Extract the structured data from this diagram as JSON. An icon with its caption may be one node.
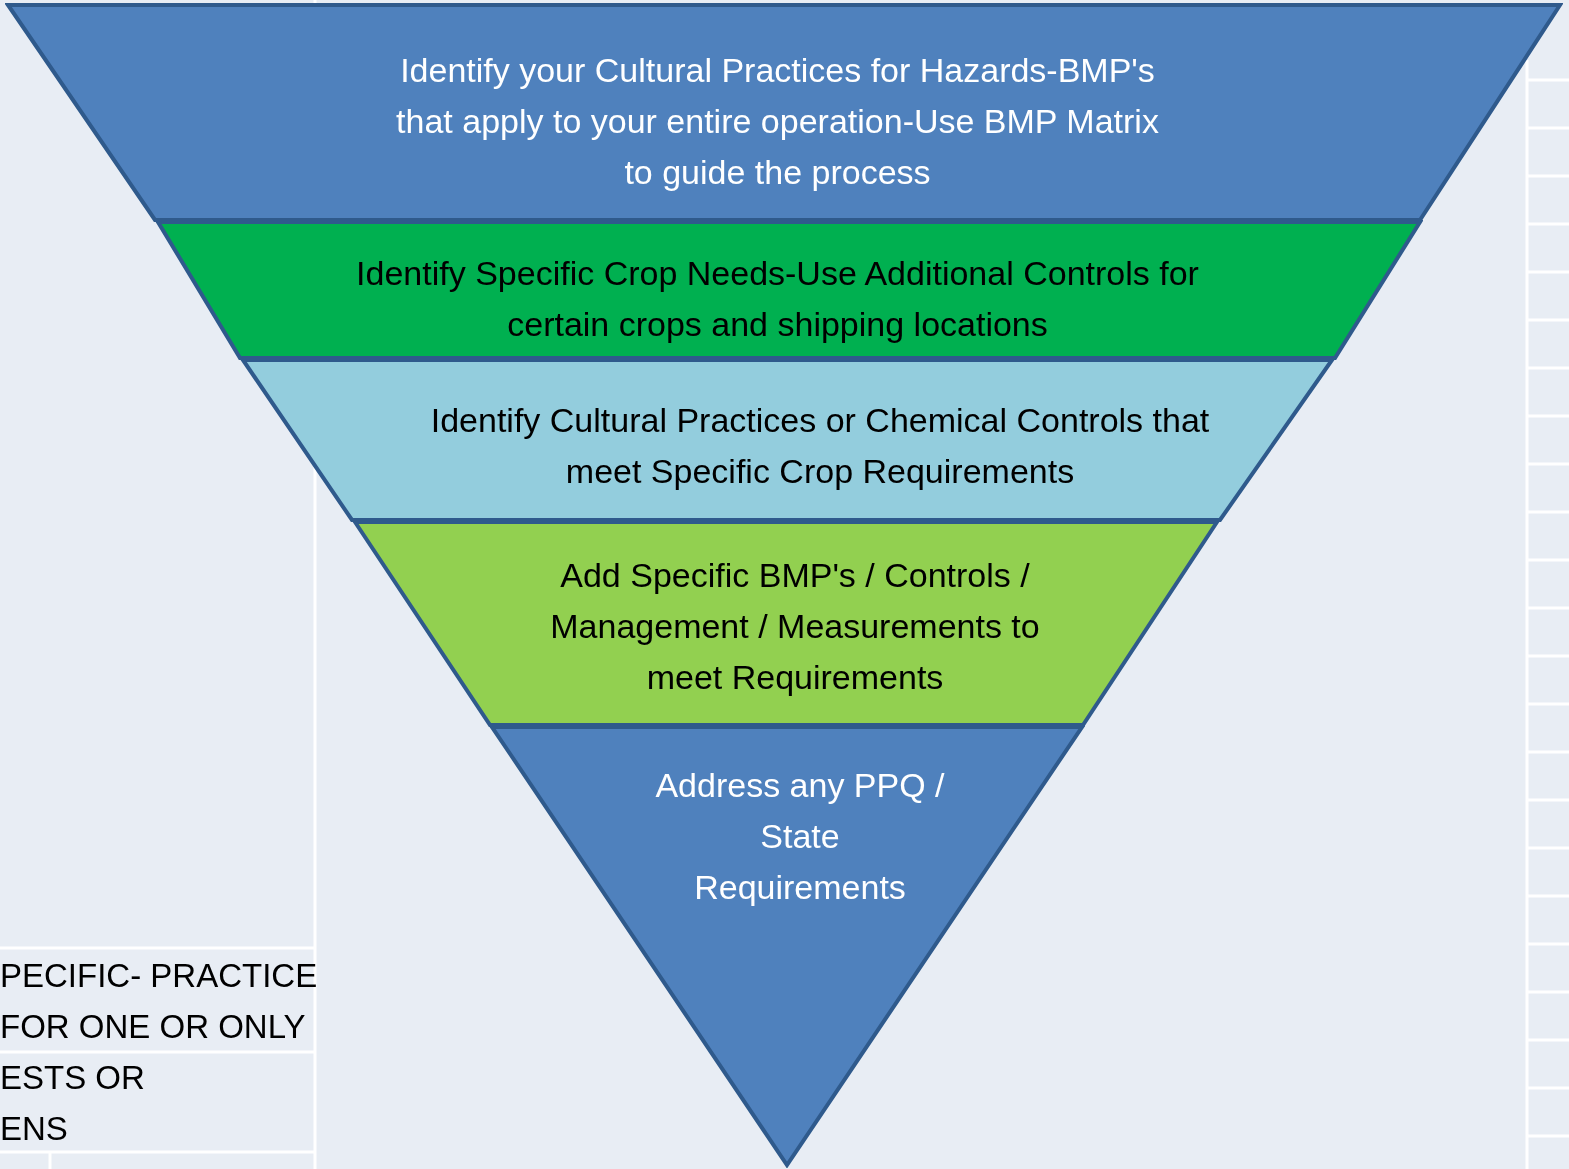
{
  "diagram": {
    "nodes": [
      {
        "text": [
          "Identify your Cultural Practices for Hazards-BMP's that apply to your entire operation-Use BMP Matrix to guide the process"
        ]
      },
      {
        "text": [
          "Identify Specific Crop Needs-Use Additional Controls for certain crops and shipping locations"
        ]
      },
      {
        "text": [
          "Identify Cultural Practices or Chemical Controls that meet Specific Crop Requirements"
        ]
      },
      {
        "text": [
          "Add Specific BMP's / Controls / Management / Measurements to meet Requirements"
        ]
      },
      {
        "text": [
          "Address any PPQ / State Requirements"
        ]
      }
    ],
    "edges": [],
    "labels": [
      "PECIFIC- PRACTICE",
      "FOR ONE OR ONLY",
      "ESTS OR",
      "ENS"
    ]
  }
}
